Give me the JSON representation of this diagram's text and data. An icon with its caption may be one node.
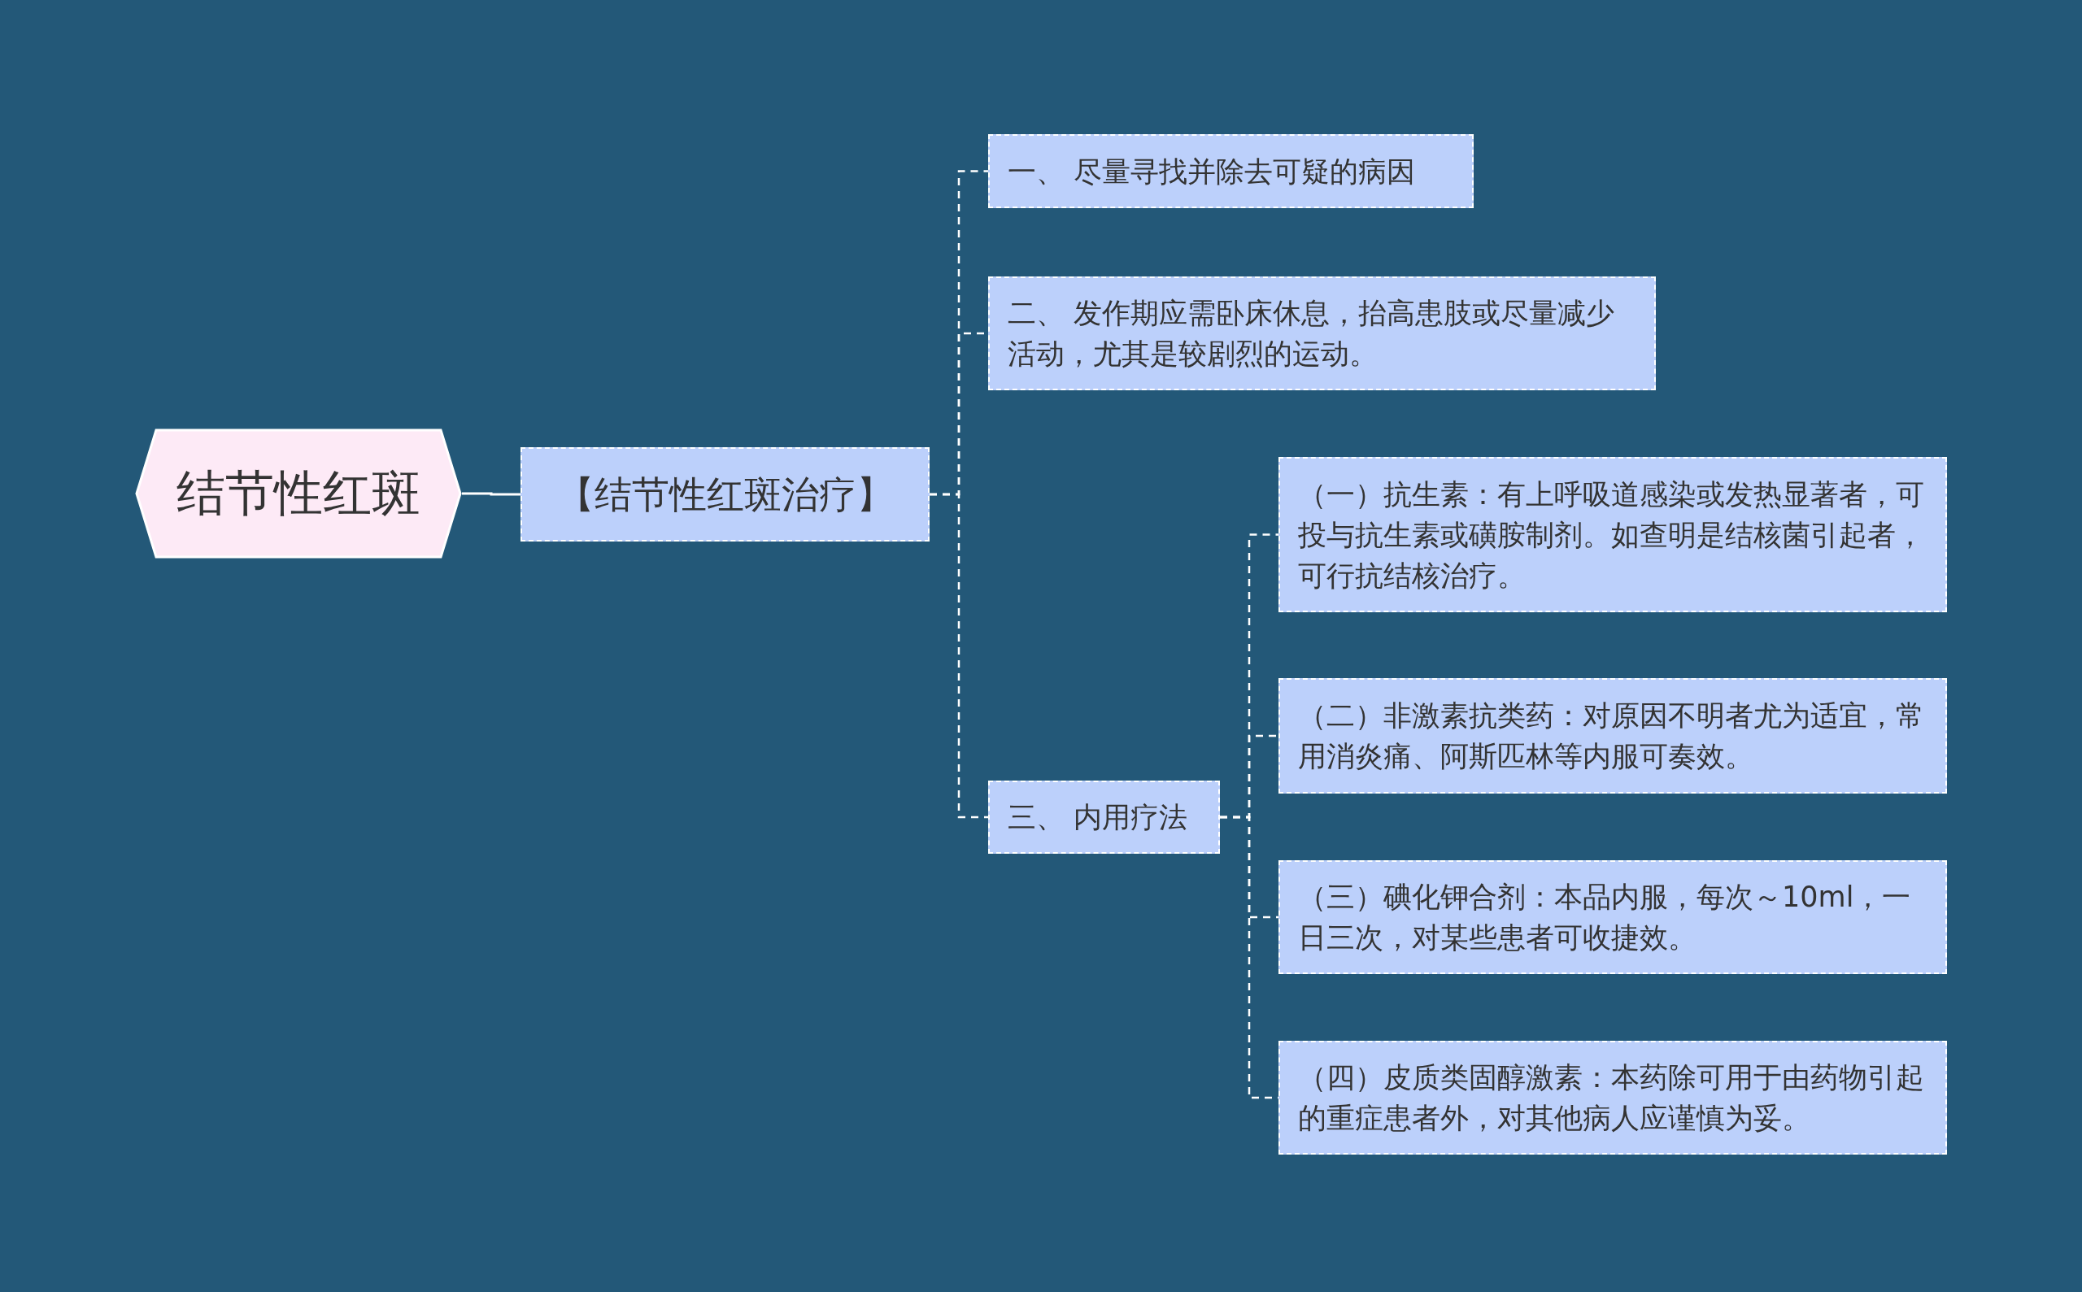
{
  "diagram": {
    "nodes": [
      {
        "text": [
          "结节性红斑"
        ]
      },
      {
        "text": [
          "【结节性红斑治疗】"
        ]
      },
      {
        "text": [
          "一、 尽量寻找并除去可疑的病因"
        ]
      },
      {
        "text": [
          "二、 发作期应需卧床休息，抬高患肢或尽量减少活动，尤其是较剧烈的运动。"
        ]
      },
      {
        "text": [
          "三、 内用疗法"
        ]
      },
      {
        "text": [
          "（一）抗生素：有上呼吸道感染或发热显著者，可投与抗生素或磺胺制剂。如查明是结核菌引起者，可行抗结核治疗。"
        ]
      },
      {
        "text": [
          "（二）非激素抗类药：对原因不明者尤为适宜，常用消炎痛、阿斯匹林等内服可奏效。"
        ]
      },
      {
        "text": [
          "（三）碘化钾合剂：本品内服，每次～10ml，一日三次，对某些患者可收捷效。"
        ]
      },
      {
        "text": [
          "（四）皮质类固醇激素：本药除可用于由药物引起的重症患者外，对其他病人应谨慎为妥。"
        ]
      }
    ],
    "edges": [
      {
        "from": 0,
        "to": 1,
        "arrow": "none"
      },
      {
        "from": 1,
        "to": 2,
        "arrow": "none",
        "style": "dashed"
      },
      {
        "from": 1,
        "to": 3,
        "arrow": "none",
        "style": "dashed"
      },
      {
        "from": 1,
        "to": 4,
        "arrow": "none",
        "style": "dashed"
      },
      {
        "from": 4,
        "to": 5,
        "arrow": "none",
        "style": "dashed"
      },
      {
        "from": 4,
        "to": 6,
        "arrow": "none",
        "style": "dashed"
      },
      {
        "from": 4,
        "to": 7,
        "arrow": "none",
        "style": "dashed"
      },
      {
        "from": 4,
        "to": 8,
        "arrow": "none",
        "style": "dashed"
      }
    ]
  }
}
